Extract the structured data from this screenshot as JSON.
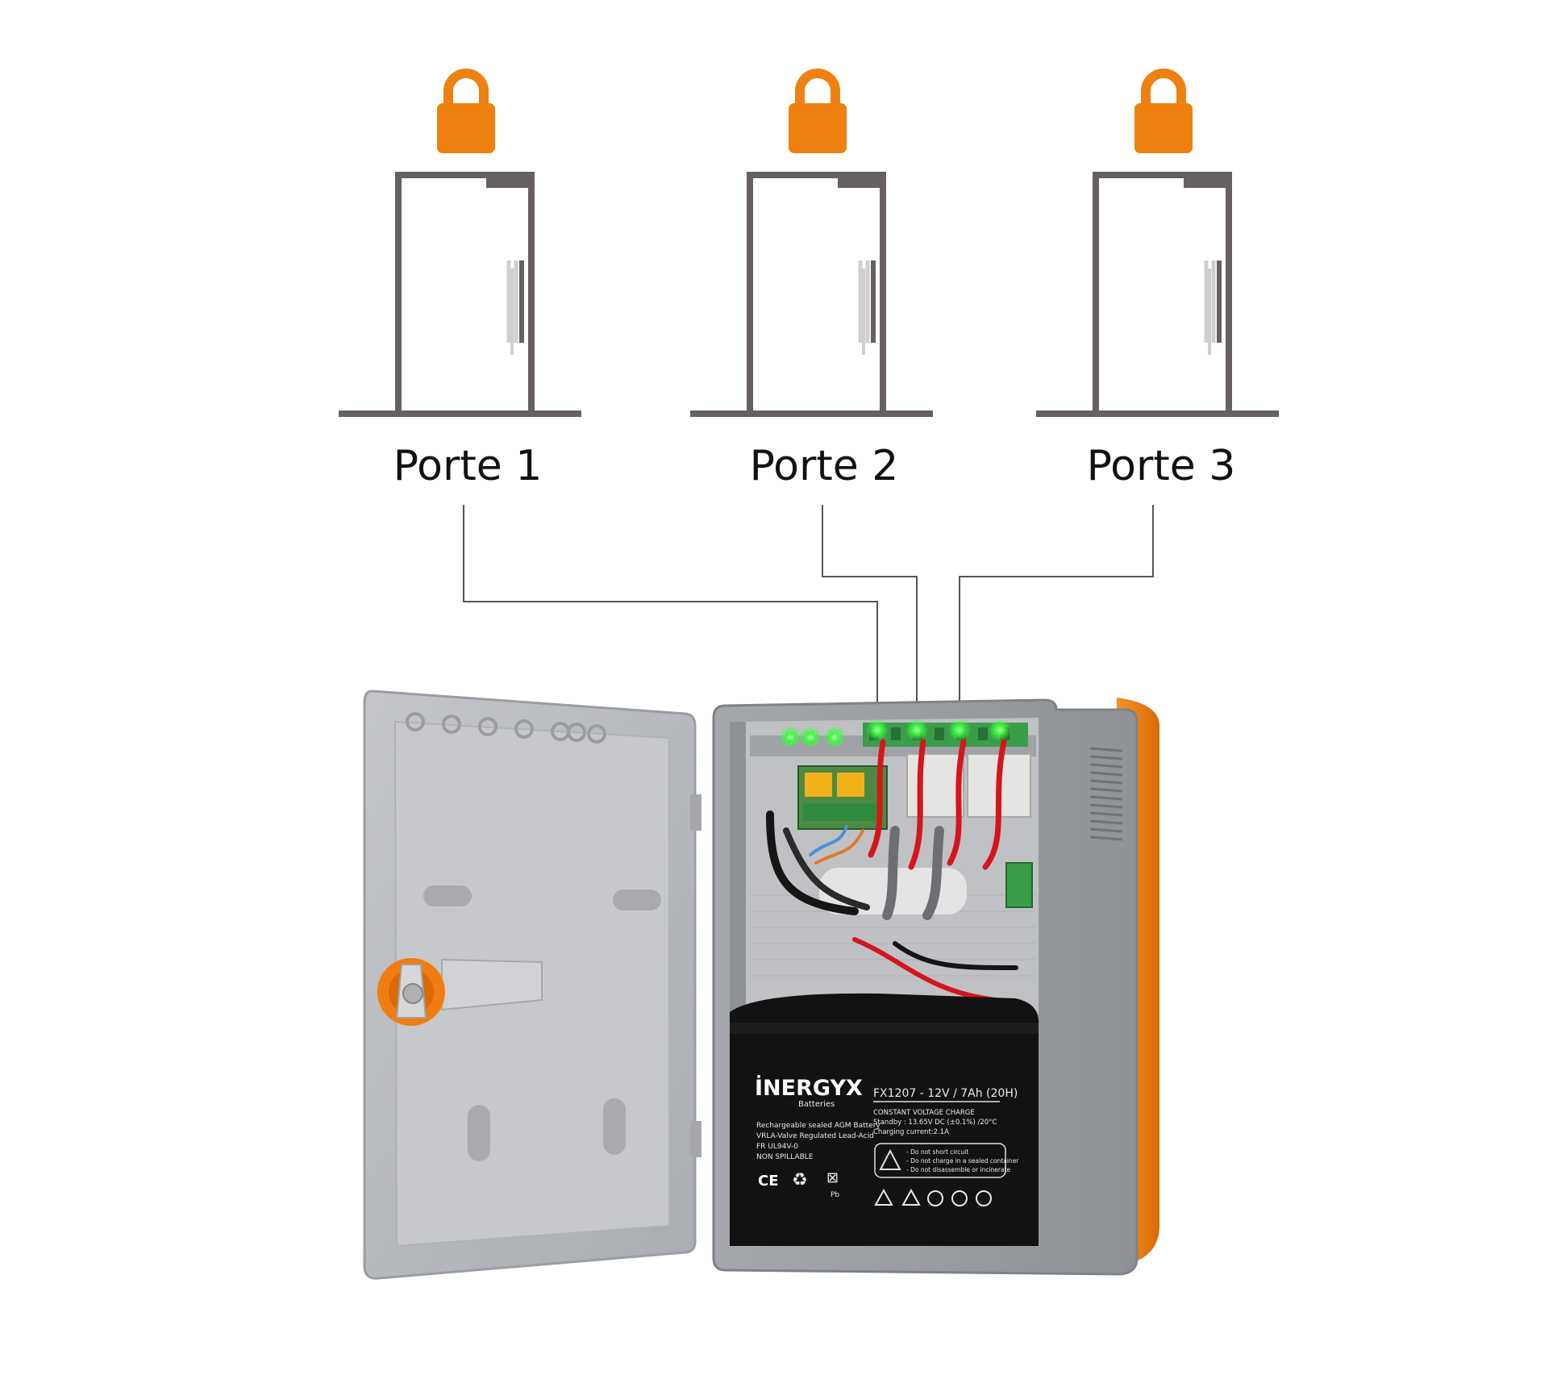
{
  "colors": {
    "lock": "#ee8110",
    "door": "#666060",
    "handle": "#cfcfcf",
    "wire": "#555555",
    "enclosure": "#b9bcc1",
    "orange_trim": "#f07d12",
    "battery": "#121212",
    "led": "#3bff3b",
    "red_cable": "#d4161c"
  },
  "doors": [
    {
      "label": "Porte 1",
      "icon": "padlock-icon"
    },
    {
      "label": "Porte 2",
      "icon": "padlock-icon"
    },
    {
      "label": "Porte 3",
      "icon": "padlock-icon"
    }
  ],
  "battery": {
    "brand": "İNERGYX",
    "brand_sub": "Batteries",
    "model": "FX1207 - 12V / 7Ah (20H)",
    "spec_lines": [
      "CONSTANT VOLTAGE CHARGE",
      "Standby : 13.65V DC (±0.1%) /20°C",
      "Charging current:2.1A"
    ],
    "left_lines": [
      "Rechargeable sealed AGM Battery",
      "VRLA-Valve Regulated Lead-Acid",
      "FR UL94V-0",
      "NON SPILLABLE"
    ],
    "warnings": [
      "- Do not short circuit",
      "- Do not charge in a sealed container",
      "- Do not disassemble or incinerate"
    ],
    "marks": [
      "CE",
      "Pb"
    ]
  }
}
